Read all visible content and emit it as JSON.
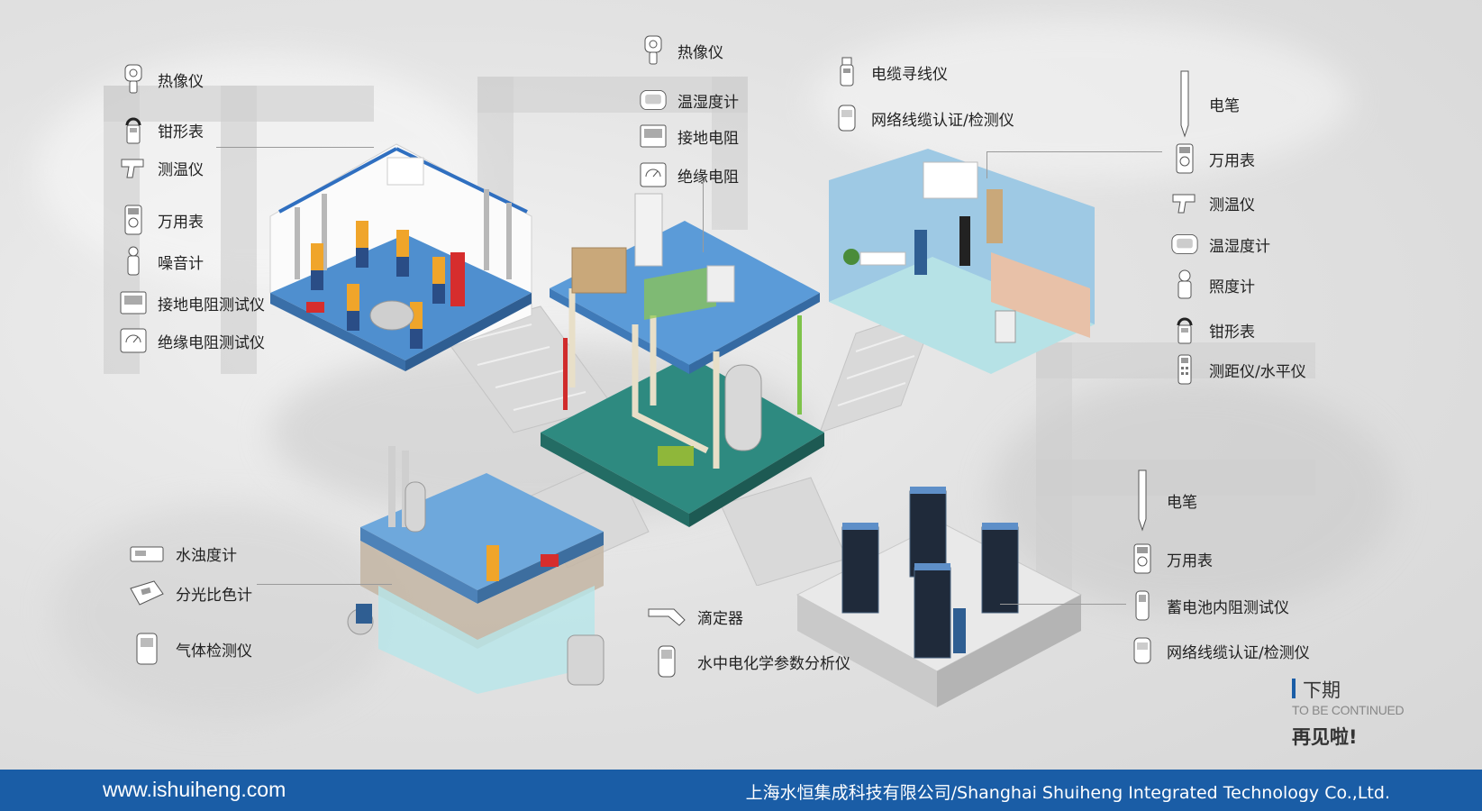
{
  "groups": {
    "top_left": [
      "热像仪",
      "钳形表",
      "测温仪",
      "万用表",
      "噪音计",
      "接地电阻测试仪",
      "绝缘电阻测试仪"
    ],
    "top_center": [
      "热像仪",
      "温湿度计",
      "接地电阻",
      "绝缘电阻"
    ],
    "top_right_a": [
      "电缆寻线仪",
      "网络线缆认证/检测仪"
    ],
    "right": [
      "电笔",
      "万用表",
      "测温仪",
      "温湿度计",
      "照度计",
      "钳形表",
      "测距仪/水平仪"
    ],
    "bottom_left": [
      "水浊度计",
      "分光比色计",
      "气体检测仪"
    ],
    "bottom_center": [
      "滴定器",
      "水中电化学参数分析仪"
    ],
    "bottom_right": [
      "电笔",
      "万用表",
      "蓄电池内阻测试仪",
      "网络线缆认证/检测仪"
    ]
  },
  "next_issue": {
    "title": "下期",
    "subtitle": "TO BE CONTINUED",
    "bye": "再见啦!"
  },
  "footer": {
    "url": "www.ishuiheng.com",
    "company": "上海水恒集成科技有限公司/Shanghai Shuiheng Integrated Technology Co.,Ltd."
  },
  "colors": {
    "footer_bg": "#1a5da6",
    "floor_blue": "#4f8fcf",
    "floor_green": "#2e8a80",
    "wall_white": "#f4f6f8"
  }
}
